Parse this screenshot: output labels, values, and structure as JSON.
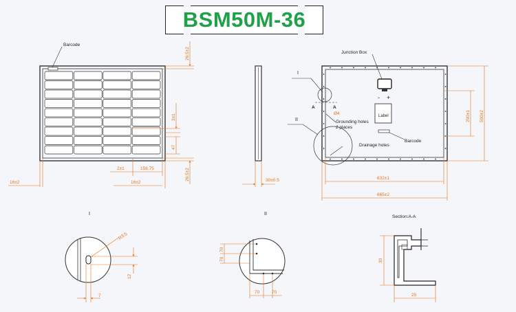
{
  "title": "BSM50M-36",
  "front_view": {
    "barcode_label": "Barcode",
    "dim_top": "26.5±2",
    "dim_mid": "3±1",
    "dim_47": "47",
    "dim_bottom": "26.5±2",
    "dim_2": "2±1",
    "dim_156": "156.75",
    "dim_16_bottom": "16±2",
    "dim_16_left": "16±2"
  },
  "side_view": {
    "dim_thickness": "30±0.5"
  },
  "back_view": {
    "junction_box_label": "Junction Box",
    "minus_label": "-",
    "plus_label": "+",
    "label_box_text": "Label",
    "barcode_label": "Barcode",
    "grounding_label_1": "Grounding holes",
    "grounding_label_2": "2 places",
    "drainage_label": "Drainage holes",
    "detail_I": "I",
    "detail_II": "II",
    "section_A_left": "A",
    "section_A_right": "A",
    "hole_dia": "Ø4",
    "dim_200": "200±1",
    "dim_500": "500±2",
    "dim_632": "632±1",
    "dim_665": "665±2"
  },
  "detail_I": {
    "title": "I",
    "radius": "R3.5",
    "dim_12": "12",
    "dim_7": "7"
  },
  "detail_II": {
    "title": "II",
    "dim_v1": "70",
    "dim_v2": "70",
    "dim_h1": "70",
    "dim_h2": "70"
  },
  "section_AA": {
    "title": "Section:A-A",
    "dim_30": "30",
    "dim_25": "25"
  },
  "colors": {
    "title_green": "#1fa14a",
    "dimension_orange": "#e8731a",
    "line_dark": "#333333",
    "background": "#f4f6f9"
  }
}
